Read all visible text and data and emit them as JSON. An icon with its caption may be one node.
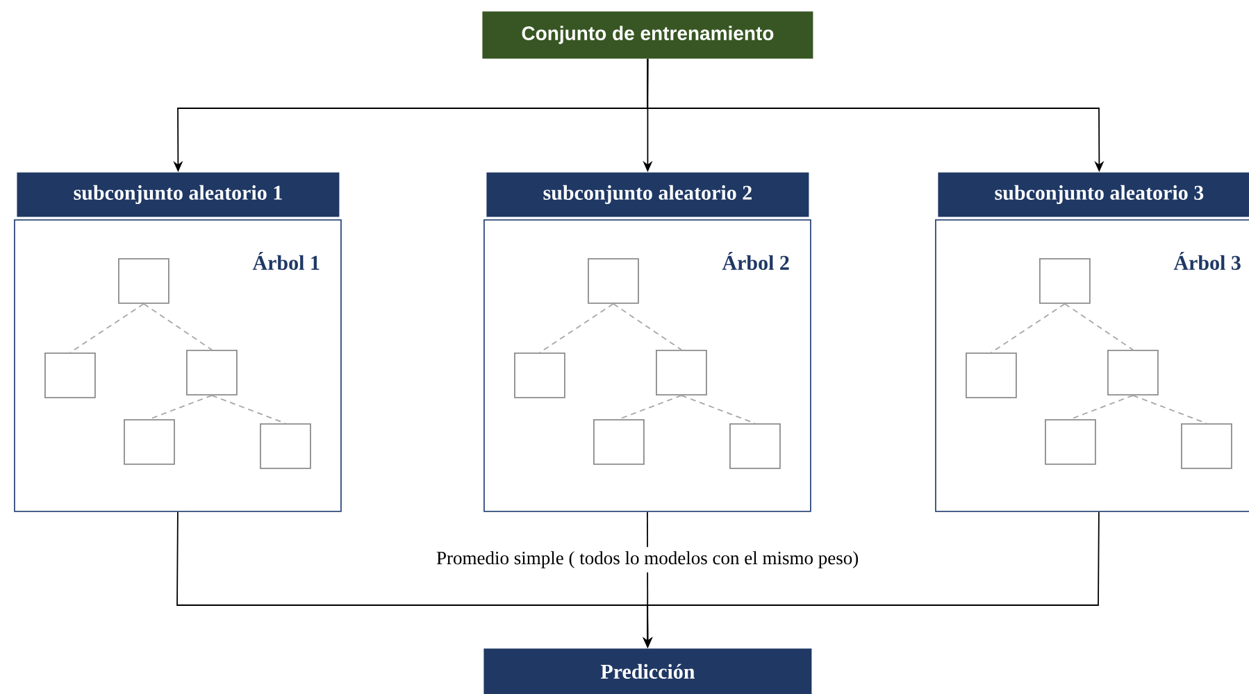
{
  "diagram": {
    "nodes": [
      {
        "text": [
          "Conjunto de entrenamiento"
        ]
      },
      {
        "text": [
          "subconjunto aleatorio 1"
        ]
      },
      {
        "text": [
          "Árbol 1"
        ]
      },
      {
        "text": [],
        "shape": "box",
        "in": 2
      },
      {
        "text": [],
        "shape": "box",
        "in": 2
      },
      {
        "text": [],
        "shape": "box",
        "in": 2
      },
      {
        "text": [],
        "shape": "box",
        "in": 2
      },
      {
        "text": [],
        "shape": "box",
        "in": 2
      },
      {
        "text": [
          "subconjunto aleatorio 2"
        ]
      },
      {
        "text": [
          "Árbol 2"
        ]
      },
      {
        "text": [],
        "shape": "box",
        "in": 9
      },
      {
        "text": [],
        "shape": "box",
        "in": 9
      },
      {
        "text": [],
        "shape": "box",
        "in": 9
      },
      {
        "text": [],
        "shape": "box",
        "in": 9
      },
      {
        "text": [],
        "shape": "box",
        "in": 9
      },
      {
        "text": [
          "subconjunto aleatorio 3"
        ]
      },
      {
        "text": [
          "Árbol 3"
        ]
      },
      {
        "text": [],
        "shape": "box",
        "in": 16
      },
      {
        "text": [],
        "shape": "box",
        "in": 16
      },
      {
        "text": [],
        "shape": "box",
        "in": 16
      },
      {
        "text": [],
        "shape": "box",
        "in": 16
      },
      {
        "text": [],
        "shape": "box",
        "in": 16
      },
      {
        "text": [
          "Predicción"
        ]
      }
    ],
    "edges": [
      {
        "from": 0,
        "to": 1,
        "arrow": "to",
        "color": "#000000"
      },
      {
        "from": 0,
        "to": 8,
        "arrow": "to",
        "color": "#000000"
      },
      {
        "from": 0,
        "to": 15,
        "arrow": "to",
        "color": "#000000"
      },
      {
        "from": 3,
        "to": 4,
        "arrow": "none",
        "style": "dashed",
        "color": "#a6a6a6"
      },
      {
        "from": 3,
        "to": 5,
        "arrow": "none",
        "style": "dashed",
        "color": "#a6a6a6"
      },
      {
        "from": 5,
        "to": 6,
        "arrow": "none",
        "style": "dashed",
        "color": "#a6a6a6"
      },
      {
        "from": 5,
        "to": 7,
        "arrow": "none",
        "style": "dashed",
        "color": "#a6a6a6"
      },
      {
        "from": 10,
        "to": 11,
        "arrow": "none",
        "style": "dashed",
        "color": "#a6a6a6"
      },
      {
        "from": 10,
        "to": 12,
        "arrow": "none",
        "style": "dashed",
        "color": "#a6a6a6"
      },
      {
        "from": 12,
        "to": 13,
        "arrow": "none",
        "style": "dashed",
        "color": "#a6a6a6"
      },
      {
        "from": 12,
        "to": 14,
        "arrow": "none",
        "style": "dashed",
        "color": "#a6a6a6"
      },
      {
        "from": 17,
        "to": 18,
        "arrow": "none",
        "style": "dashed",
        "color": "#a6a6a6"
      },
      {
        "from": 17,
        "to": 19,
        "arrow": "none",
        "style": "dashed",
        "color": "#a6a6a6"
      },
      {
        "from": 19,
        "to": 20,
        "arrow": "none",
        "style": "dashed",
        "color": "#a6a6a6"
      },
      {
        "from": 19,
        "to": 21,
        "arrow": "none",
        "style": "dashed",
        "color": "#a6a6a6"
      },
      {
        "from": 2,
        "to": 22,
        "arrow": "to",
        "color": "#000000"
      },
      {
        "from": 9,
        "to": 22,
        "arrow": "to",
        "color": "#000000",
        "label": "Promedio simple ( todos lo modelos con el mismo peso)"
      },
      {
        "from": 16,
        "to": 22,
        "arrow": "to",
        "color": "#000000"
      }
    ]
  }
}
